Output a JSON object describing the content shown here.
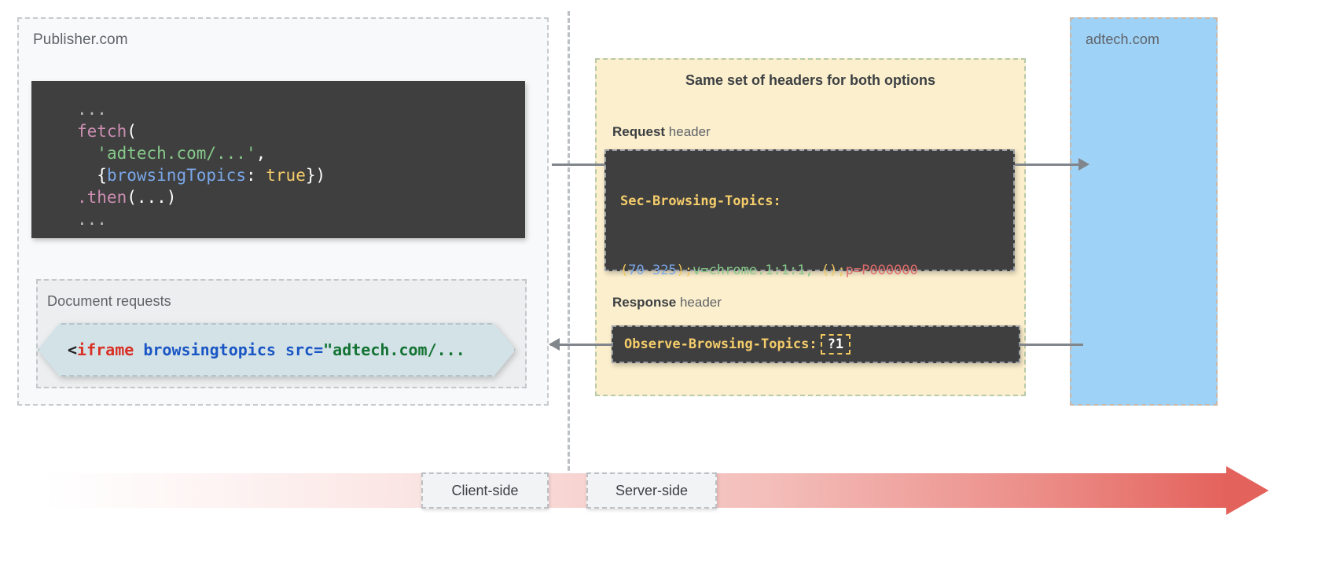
{
  "publisher": {
    "label": "Publisher.com",
    "js_code": {
      "line1_dots": "...",
      "fetch": "fetch",
      "open_paren": "(",
      "url_string": "'adtech.com/...'",
      "comma": ",",
      "brace_open": "{",
      "option_key": "browsingTopics",
      "colon": ": ",
      "option_value": "true",
      "brace_close": "}",
      "close_paren": ")",
      "then": ".then",
      "then_args": "(...)",
      "line_last_dots": "..."
    },
    "document_requests": {
      "label": "Document requests",
      "iframe_snippet": {
        "angle": "<",
        "tag": "iframe",
        "attr_boolean": "browsingtopics",
        "attr_src": "src=",
        "attr_value": "\"adtech.com/..."
      }
    }
  },
  "headers_panel": {
    "title": "Same set of headers for both options",
    "request": {
      "caption_bold": "Request",
      "caption_rest": " header",
      "header_name": "Sec-Browsing-Topics:",
      "value_parts": {
        "paren_open": "(",
        "topic_ids": "70 325",
        "paren_close_semi": ");",
        "version": "v=chrome.1:1:1, ",
        "empty_parens": "()",
        "semi": ";",
        "config": "p=P000000"
      },
      "value_full": "(70 325);v=chrome.1:1:1, ();p=P000000"
    },
    "response": {
      "caption_bold": "Response",
      "caption_rest": " header",
      "header_name": "Observe-Browsing-Topics:",
      "header_value": "?1"
    }
  },
  "adtech": {
    "label": "adtech.com"
  },
  "timeline": {
    "client_label": "Client-side",
    "server_label": "Server-side"
  },
  "colors": {
    "publisher_bg": "#f7f9fa",
    "docreq_bg": "#eceeef",
    "hexagon_fill": "#d3e2e7",
    "headers_panel_bg": "#fcefcd",
    "adtech_bg": "#9fd2f7",
    "code_bg": "#3f3f3f",
    "header_name_yellow": "#f5cd6b",
    "timeline_end_red": "#e4625c",
    "connector_gray": "#80868b"
  }
}
